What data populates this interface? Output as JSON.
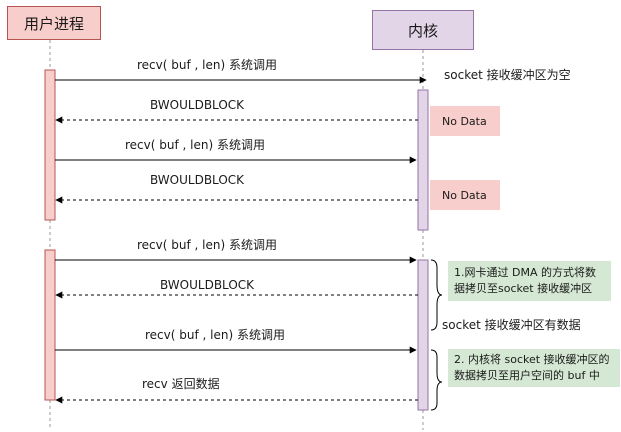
{
  "participants": {
    "user": "用户进程",
    "kernel": "内核"
  },
  "messages": {
    "m1": "recv( buf , len) 系统调用",
    "m2": "BWOULDBLOCK",
    "m3": "recv( buf , len) 系统调用",
    "m4": "BWOULDBLOCK",
    "m5": "recv( buf , len) 系统调用",
    "m6": "BWOULDBLOCK",
    "m7": "recv( buf , len) 系统调用",
    "m8": "recv 返回数据"
  },
  "annotations": {
    "socket_empty": "socket 接收缓冲区为空",
    "no_data_1": "No Data",
    "no_data_2": "No Data",
    "dma_line1": "1.网卡通过 DMA 的方式将数",
    "dma_line2": "据拷贝至socket 接收缓冲区",
    "socket_has_data": "socket 接收缓冲区有数据",
    "copy_line1": "2. 内核将 socket 接收缓冲区的",
    "copy_line2": "数据拷贝至用户空间的 buf 中"
  },
  "colors": {
    "user_fill": "#f8cecc",
    "user_stroke": "#b85450",
    "kernel_fill": "#e1d5e7",
    "kernel_stroke": "#9673a6",
    "note_red": "#f8cecc",
    "note_green": "#d5e8d4"
  }
}
